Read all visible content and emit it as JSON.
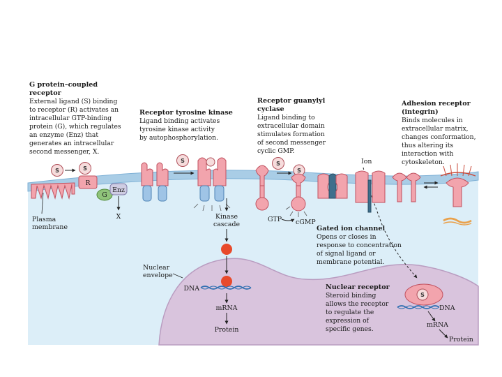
{
  "colors": {
    "cytoplasm": "#dceef8",
    "membrane": "#a9cde6",
    "nucleus": "#d9c4dd",
    "receptor_pink": "#f2a4ad",
    "receptor_blue": "#9fc4e6",
    "ligand": "#f6dcdc",
    "enzyme": "#cfcde3",
    "g_protein": "#8fc37a",
    "messenger": "#e84a2b",
    "dna": "#2f6fb1",
    "ion_channel": "#3f6f8c",
    "matrix": "#e9a04a"
  },
  "icons": [
    "ligand-s-icon",
    "dna-helix-icon",
    "arrow-icon"
  ],
  "panels": {
    "gpcr": {
      "title": [
        "G protein–coupled",
        "receptor"
      ],
      "desc": [
        "External ligand (S) binding",
        "to receptor (R) activates an",
        "intracellular GTP-binding",
        "protein (G), which regulates",
        "an enzyme (Enz) that",
        "generates an intracellular",
        "second messenger, X."
      ]
    },
    "rtk": {
      "title": [
        "Receptor tyrosine kinase"
      ],
      "desc": [
        "Ligand binding activates",
        "tyrosine kinase activity",
        "by autophosphorylation."
      ]
    },
    "guanylyl": {
      "title": [
        "Receptor guanylyl",
        "cyclase"
      ],
      "desc": [
        "Ligand binding to",
        "extracellular domain",
        "stimulates formation",
        "of second messenger",
        "cyclic GMP."
      ]
    },
    "adhesion": {
      "title": [
        "Adhesion receptor",
        "(integrin)"
      ],
      "desc": [
        "Binds molecules in",
        "extracellular matrix,",
        "changes conformation,",
        "thus altering its",
        "interaction with",
        "cytoskeleton."
      ]
    },
    "ion_channel": {
      "title": [
        "Gated ion channel"
      ],
      "desc": [
        "Opens or closes in",
        "response to concentration",
        "of signal ligand or",
        "membrane potential."
      ]
    },
    "nuclear": {
      "title": [
        "Nuclear receptor"
      ],
      "desc": [
        "Steroid binding",
        "allows the receptor",
        "to regulate the",
        "expression of",
        "specific genes."
      ]
    }
  },
  "labels": {
    "s": "S",
    "r": "R",
    "g": "G",
    "enz": "Enz",
    "x": "X",
    "plasma_membrane": [
      "Plasma",
      "membrane"
    ],
    "kinase_cascade": [
      "Kinase",
      "cascade"
    ],
    "gtp": "GTP",
    "cgmp": "cGMP",
    "ion": "Ion",
    "nuclear_envelope": [
      "Nuclear",
      "envelope"
    ],
    "dna": "DNA",
    "mrna": "mRNA",
    "protein": "Protein",
    "dna2": "DNA",
    "mrna2": "mRNA",
    "protein2": "Protein"
  }
}
